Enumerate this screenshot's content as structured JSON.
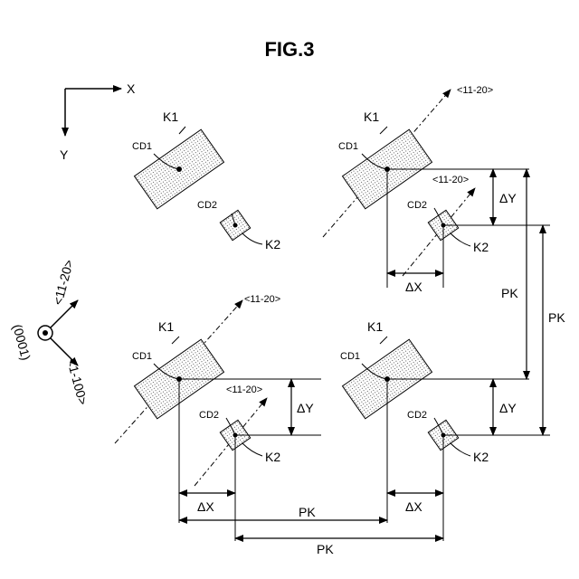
{
  "figure": {
    "title": "FIG.3",
    "axes": {
      "x_label": "X",
      "y_label": "Y"
    },
    "orientation": {
      "dir1": "<11-20>",
      "dir2": "<1-100>",
      "normal": "(0001)"
    },
    "panels": {
      "top_left": {
        "k1": "K1",
        "cd1": "CD1",
        "cd2": "CD2",
        "k2": "K2"
      },
      "top_right": {
        "k1": "K1",
        "cd1": "CD1",
        "cd2": "CD2",
        "k2": "K2",
        "dir1": "<11-20>",
        "dir2": "<11-20>",
        "dy": "ΔY",
        "dx": "ΔX"
      },
      "bottom_left": {
        "k1": "K1",
        "cd1": "CD1",
        "cd2": "CD2",
        "k2": "K2",
        "dir1": "<11-20>",
        "dir2": "<11-20>",
        "dy": "ΔY",
        "dx": "ΔX"
      },
      "bottom_right": {
        "k1": "K1",
        "cd1": "CD1",
        "cd2": "CD2",
        "k2": "K2",
        "dy": "ΔY",
        "dx": "ΔX"
      }
    },
    "pitch": {
      "pk_v1": "PK",
      "pk_v2": "PK",
      "pk_h1": "PK",
      "pk_h2": "PK"
    }
  }
}
